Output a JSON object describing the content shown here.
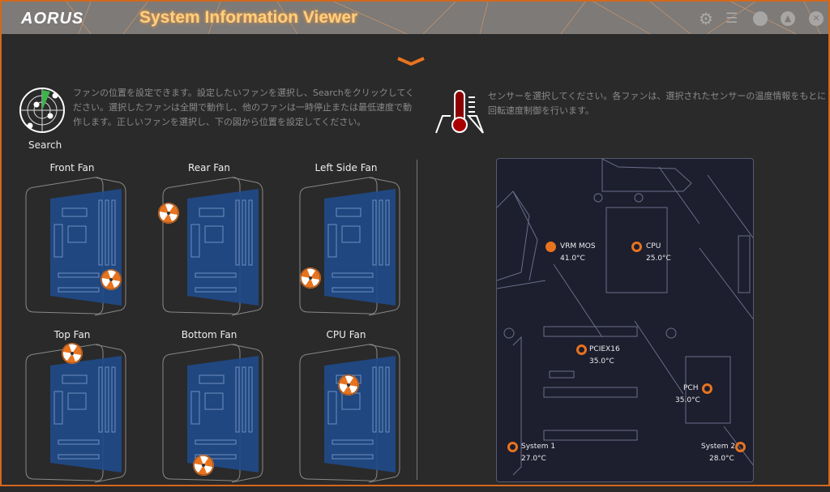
{
  "titlebar": {
    "logo": "AORUS",
    "title": "System Information Viewer"
  },
  "search": {
    "label": "Search",
    "description": "ファンの位置を設定できます。設定したいファンを選択し、Searchをクリックしてください。選択したファンは全開で動作し、他のファンは一時停止または最低速度で動作します。正しいファンを選択し、下の図から位置を設定してください。"
  },
  "sensor_info": {
    "description": "センサーを選択してください。各ファンは、選択されたセンサーの温度情報をもとに回転速度制御を行います。"
  },
  "fans": [
    {
      "label": "Front Fan"
    },
    {
      "label": "Rear Fan"
    },
    {
      "label": "Left Side Fan"
    },
    {
      "label": "Top Fan"
    },
    {
      "label": "Bottom Fan"
    },
    {
      "label": "CPU Fan"
    }
  ],
  "sensors": [
    {
      "name": "VRM MOS",
      "temp": "41.0°C",
      "selected": true
    },
    {
      "name": "CPU",
      "temp": "25.0°C",
      "selected": false
    },
    {
      "name": "PCIEX16",
      "temp": "35.0°C",
      "selected": false
    },
    {
      "name": "PCH",
      "temp": "35.0°C",
      "selected": false
    },
    {
      "name": "System 1",
      "temp": "27.0°C",
      "selected": false
    },
    {
      "name": "System 2",
      "temp": "28.0°C",
      "selected": false
    }
  ],
  "colors": {
    "accent": "#e8731e",
    "title": "#ffd080",
    "board": "#1d1e2e",
    "case_board": "#1f4a8a"
  }
}
